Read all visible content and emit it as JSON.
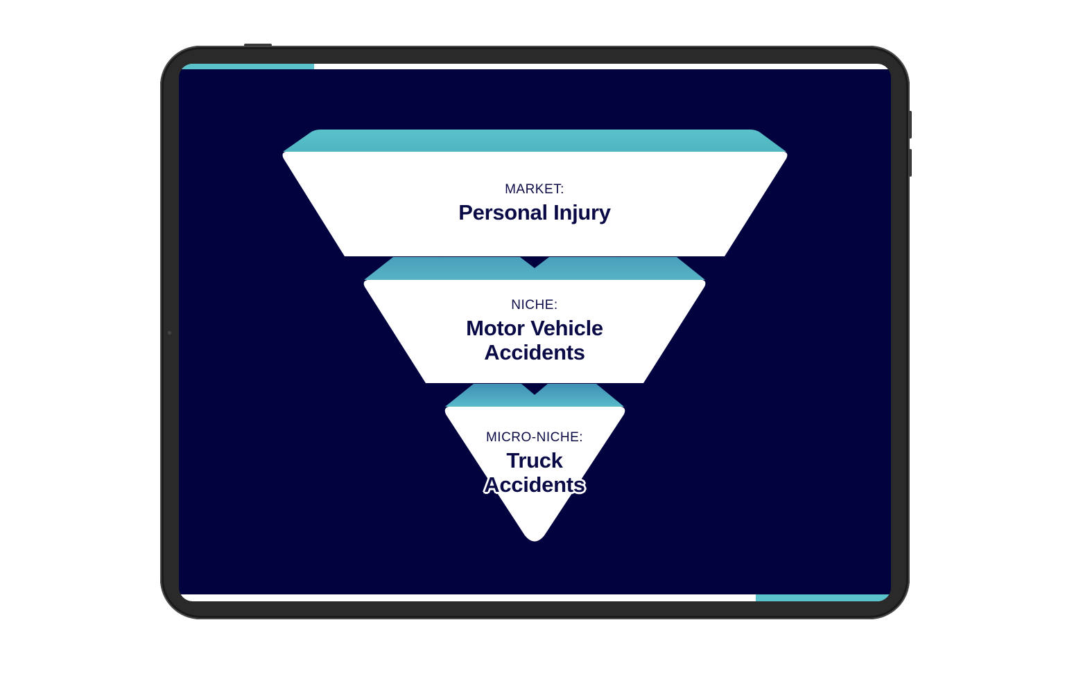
{
  "colors": {
    "screen_bg": "#02023f",
    "accent_teal": "#5ac2ca",
    "text_navy": "#0a0a47",
    "tier_fill": "#ffffff",
    "device_frame": "#2a2a2a"
  },
  "funnel": {
    "tiers": [
      {
        "kicker": "MARKET:",
        "headline_lines": [
          "Personal Injury"
        ]
      },
      {
        "kicker": "NICHE:",
        "headline_lines": [
          "Motor Vehicle",
          "Accidents"
        ]
      },
      {
        "kicker": "MICRO-NICHE:",
        "headline_lines": [
          "Truck",
          "Accidents"
        ]
      }
    ]
  }
}
